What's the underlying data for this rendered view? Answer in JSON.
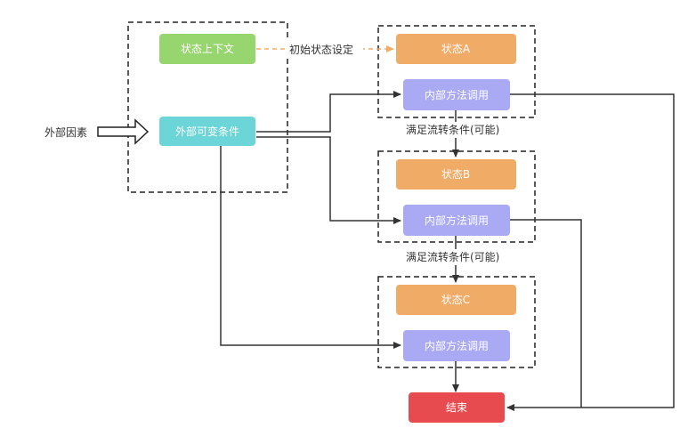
{
  "colors": {
    "green": "#97d66f",
    "teal": "#6bd5d7",
    "orange": "#f0ab67",
    "purple": "#a9aaf3",
    "red": "#e84b4f",
    "arrow": "#333333",
    "dash_orange": "#f0ab67"
  },
  "nodes": {
    "state_context": "状态上下文",
    "external_condition": "外部可变条件",
    "state_a": "状态A",
    "internal_call_1": "内部方法调用",
    "state_b": "状态B",
    "internal_call_2": "内部方法调用",
    "state_c": "状态C",
    "internal_call_3": "内部方法调用",
    "end": "结束"
  },
  "labels": {
    "external_factor": "外部因素",
    "initial_state": "初始状态设定",
    "transition_1": "满足流转条件(可能)",
    "transition_2": "满足流转条件(可能)"
  }
}
